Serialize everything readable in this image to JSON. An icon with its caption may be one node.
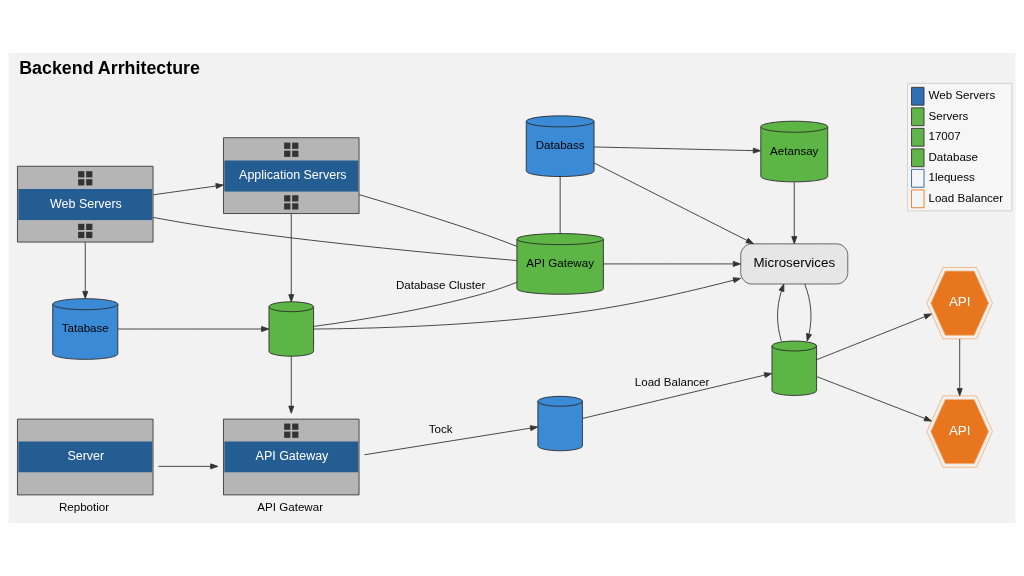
{
  "diagram": {
    "title": "Backend Arrhitecture",
    "nodes": [
      {
        "text": [
          "Web Servers"
        ]
      },
      {
        "text": [
          "Application Servers"
        ]
      },
      {
        "text": [
          "Tatabase"
        ]
      },
      {
        "text": [],
        "shape": "cylinder"
      },
      {
        "text": [
          "Server"
        ],
        "beside": [
          "Repbotior"
        ]
      },
      {
        "text": [
          "API Gateway"
        ],
        "beside": [
          "API Gatewar"
        ]
      },
      {
        "text": [
          "Databass"
        ]
      },
      {
        "text": [
          "API Gateway"
        ]
      },
      {
        "text": [
          "Aetansay"
        ]
      },
      {
        "text": [
          "Microservices"
        ]
      },
      {
        "text": [],
        "shape": "cylinder"
      },
      {
        "text": [],
        "shape": "cylinder"
      },
      {
        "text": [
          "API"
        ]
      },
      {
        "text": [
          "API"
        ]
      }
    ],
    "edges": [
      {
        "from": 0,
        "to": 1,
        "arrow": "to"
      },
      {
        "from": 0,
        "to": 2,
        "arrow": "to"
      },
      {
        "from": 1,
        "to": 3,
        "arrow": "to"
      },
      {
        "from": 2,
        "to": 3,
        "arrow": "to"
      },
      {
        "from": 3,
        "to": 5,
        "arrow": "to"
      },
      {
        "from": 4,
        "to": 5,
        "arrow": "to"
      },
      {
        "from": 5,
        "to": 10,
        "arrow": "to",
        "label": "Tock"
      },
      {
        "from": 0,
        "to": 7,
        "arrow": "none"
      },
      {
        "from": 1,
        "to": 7,
        "arrow": "none"
      },
      {
        "from": 3,
        "to": 7,
        "arrow": "none",
        "label": "Database Cluster"
      },
      {
        "from": 6,
        "to": 7,
        "arrow": "none"
      },
      {
        "from": 6,
        "to": 8,
        "arrow": "to"
      },
      {
        "from": 6,
        "to": 9,
        "arrow": "to"
      },
      {
        "from": 7,
        "to": 9,
        "arrow": "to"
      },
      {
        "from": 3,
        "to": 9,
        "arrow": "to"
      },
      {
        "from": 8,
        "to": 9,
        "arrow": "to"
      },
      {
        "from": 9,
        "to": 11,
        "arrow": "to"
      },
      {
        "from": 10,
        "to": 11,
        "arrow": "to",
        "label": "Load Balancer"
      },
      {
        "from": 11,
        "to": 9,
        "arrow": "to"
      },
      {
        "from": 11,
        "to": 12,
        "arrow": "to"
      },
      {
        "from": 11,
        "to": 13,
        "arrow": "to"
      },
      {
        "from": 12,
        "to": 13,
        "arrow": "to"
      }
    ],
    "legend": [
      {
        "text": "Web Servers",
        "color": "#2f6fb3"
      },
      {
        "text": "Servers",
        "color": "#5fb548"
      },
      {
        "text": "17007",
        "color": "#5fb548"
      },
      {
        "text": "Database",
        "color": "#5fb548"
      },
      {
        "text": "1lequess"
      },
      {
        "text": "Load Balancer"
      }
    ]
  }
}
